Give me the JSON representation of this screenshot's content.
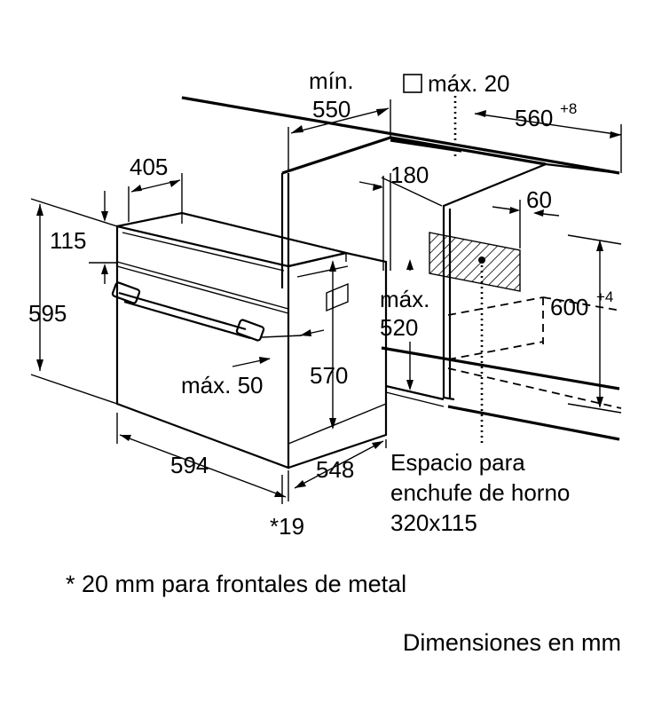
{
  "labels": {
    "min_word": "mín.",
    "min_value": "550",
    "max20": "máx. 20",
    "w560": "560",
    "w560_sup": "+8",
    "d405": "405",
    "d180": "180",
    "d60": "60",
    "h115": "115",
    "h595": "595",
    "max520_word": "máx.",
    "max520_value": "520",
    "h600": "600",
    "h600_sup": "+4",
    "max50": "máx. 50",
    "h570": "570",
    "w594": "594",
    "d548": "548",
    "star19": "*19",
    "socket_line1": "Espacio para",
    "socket_line2": "enchufe de horno",
    "socket_line3": "320x115"
  },
  "footnote": "* 20 mm para frontales de metal",
  "units_note": "Dimensiones en mm"
}
